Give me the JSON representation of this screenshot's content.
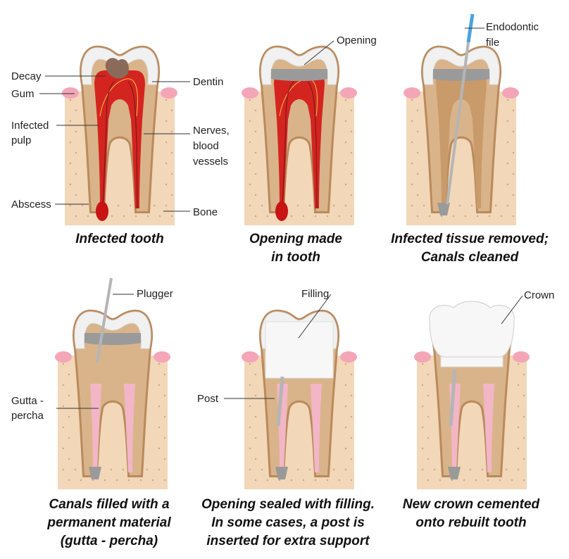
{
  "colors": {
    "bone": "#f2d7b8",
    "bone_dots": "#c9a886",
    "dentin": "#d9b48a",
    "dentin_dark": "#b98a5c",
    "enamel": "#f1f1f1",
    "gum": "#f4a6b8",
    "pulp_infected": "#d42420",
    "nerve": "#f5c542",
    "gutta_percha": "#f3b6c6",
    "metal": "#b5b5b5",
    "filling": "#f7f7f7",
    "file_handle": "#4aa3df"
  },
  "panels": [
    {
      "stage": "infected",
      "caption": [
        "Infected tooth"
      ],
      "labels": {
        "decay": "Decay",
        "gum": "Gum",
        "infected_pulp_1": "Infected",
        "infected_pulp_2": "pulp",
        "abscess": "Abscess",
        "dentin": "Dentin",
        "nerves_1": "Nerves,",
        "nerves_2": "blood",
        "nerves_3": "vessels",
        "bone": "Bone"
      }
    },
    {
      "stage": "opening",
      "caption": [
        "Opening made",
        "in tooth"
      ],
      "labels": {
        "opening": "Opening"
      }
    },
    {
      "stage": "cleaned",
      "caption": [
        "Infected tissue removed;",
        "Canals cleaned"
      ],
      "labels": {
        "file_1": "Endodontic",
        "file_2": "file"
      }
    },
    {
      "stage": "filled",
      "caption": [
        "Canals filled with a",
        "permanent material",
        "(gutta - percha)"
      ],
      "labels": {
        "plugger": "Plugger",
        "gutta_1": "Gutta -",
        "gutta_2": "percha"
      }
    },
    {
      "stage": "sealed",
      "caption": [
        "Opening sealed with filling.",
        "In some cases, a post is",
        "inserted for extra support"
      ],
      "labels": {
        "filling": "Filling",
        "post": "Post"
      }
    },
    {
      "stage": "crown",
      "caption": [
        "New crown cemented",
        "onto rebuilt tooth"
      ],
      "labels": {
        "crown": "Crown"
      }
    }
  ]
}
